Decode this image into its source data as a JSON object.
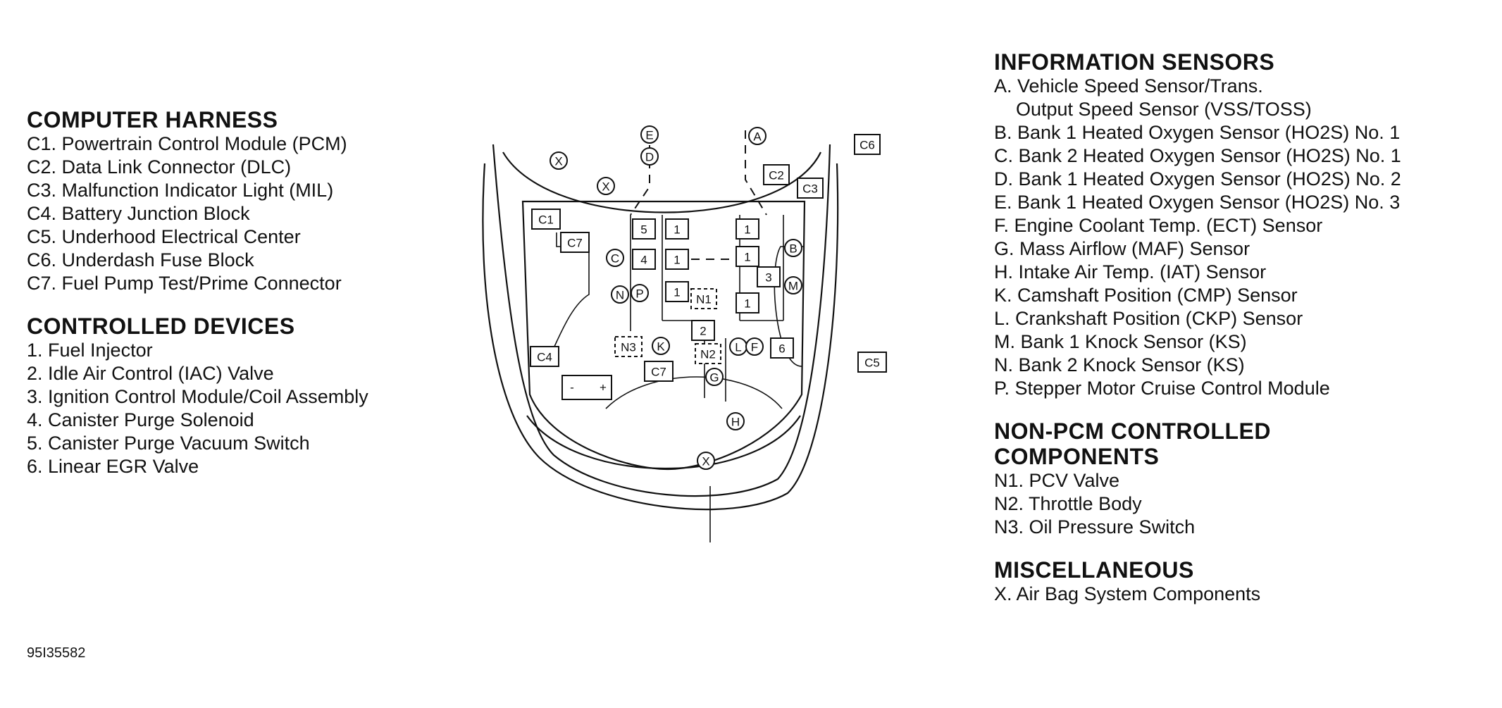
{
  "left_sections": [
    {
      "title": "COMPUTER HARNESS",
      "items": [
        "C1. Powertrain Control Module (PCM)",
        "C2. Data Link Connector (DLC)",
        "C3. Malfunction Indicator Light (MIL)",
        "C4. Battery Junction Block",
        "C5. Underhood Electrical Center",
        "C6. Underdash Fuse Block",
        "C7. Fuel Pump Test/Prime Connector"
      ]
    },
    {
      "title": "CONTROLLED DEVICES",
      "items": [
        "1. Fuel Injector",
        "2. Idle Air Control (IAC) Valve",
        "3. Ignition Control Module/Coil Assembly",
        "4. Canister Purge Solenoid",
        "5. Canister Purge Vacuum Switch",
        "6. Linear EGR Valve"
      ]
    }
  ],
  "right_sections": [
    {
      "title": "INFORMATION SENSORS",
      "items": [
        "A. Vehicle Speed Sensor/Trans.",
        "Output Speed Sensor (VSS/TOSS)",
        "B. Bank 1 Heated Oxygen Sensor (HO2S) No. 1",
        "C. Bank 2 Heated Oxygen Sensor (HO2S) No. 1",
        "D. Bank 1 Heated Oxygen Sensor (HO2S) No. 2",
        "E. Bank 1 Heated Oxygen Sensor (HO2S) No. 3",
        "F. Engine Coolant Temp. (ECT) Sensor",
        "G. Mass Airflow (MAF) Sensor",
        "H. Intake Air Temp. (IAT) Sensor",
        "K. Camshaft Position (CMP) Sensor",
        "L. Crankshaft Position (CKP) Sensor",
        "M. Bank 1 Knock Sensor (KS)",
        "N. Bank 2 Knock Sensor (KS)",
        "P. Stepper Motor Cruise Control Module"
      ]
    },
    {
      "title": "NON-PCM CONTROLLED",
      "title2": "COMPONENTS",
      "items": [
        "N1. PCV Valve",
        "N2. Throttle Body",
        "N3. Oil Pressure Switch"
      ]
    },
    {
      "title": "MISCELLANEOUS",
      "items": [
        "X. Air Bag System Components"
      ]
    }
  ],
  "figure_code": "95I35582",
  "diagram_labels": {
    "boxes": [
      "C1",
      "C7",
      "C6",
      "C2",
      "C3",
      "C4",
      "C5",
      "C7",
      "5",
      "1",
      "4",
      "1",
      "1",
      "1",
      "1",
      "3",
      "1",
      "2",
      "6",
      "N1",
      "N2",
      "N3"
    ],
    "circles": [
      "X",
      "X",
      "E",
      "D",
      "A",
      "B",
      "C",
      "M",
      "N",
      "P",
      "K",
      "L",
      "F",
      "G",
      "H",
      "X"
    ],
    "battery_minus": "-",
    "battery_plus": "+"
  }
}
